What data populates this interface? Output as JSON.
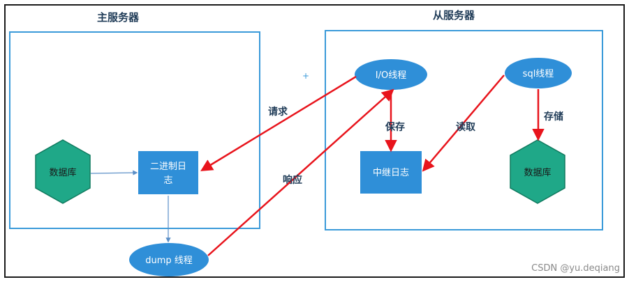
{
  "master": {
    "title": "主服务器",
    "database": "数据库",
    "binlog": [
      "二进制日",
      "志"
    ],
    "dump_thread": "dump 线程"
  },
  "slave": {
    "title": "从服务器",
    "io_thread": "I/O线程",
    "sql_thread": "sql线程",
    "relay_log": "中继日志",
    "database": "数据库"
  },
  "arrows": {
    "request": "请求",
    "response": "响应",
    "save": "保存",
    "read": "读取",
    "store": "存储"
  },
  "decor": {
    "plus": "+"
  },
  "watermark": "CSDN @yu.deqiang",
  "colors": {
    "frame": "#1a1a1a",
    "container_border": "#3a9ad9",
    "box_fill": "#2f8fd8",
    "ellipse_fill": "#2f8fd8",
    "hex_fill": "#1fa888",
    "hex_stroke": "#117a5f",
    "red_arrow": "#e8141c",
    "blue_arrow": "#5b8fc7"
  }
}
